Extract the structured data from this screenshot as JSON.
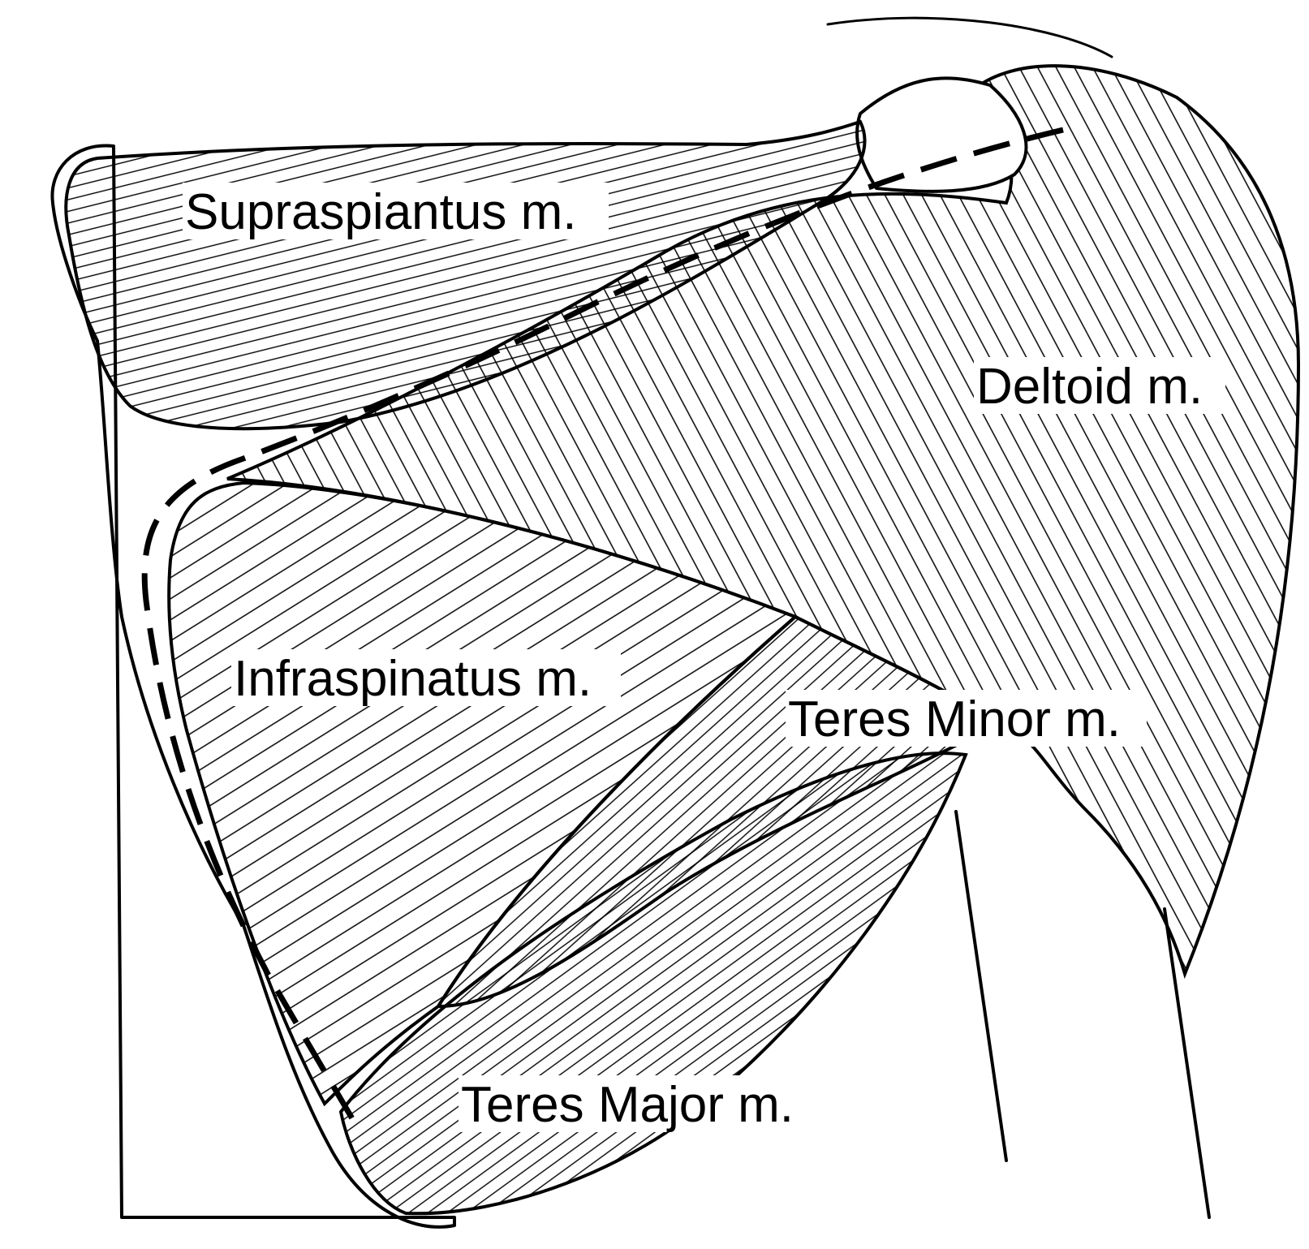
{
  "labels": {
    "supraspinatus": "Supraspiantus m.",
    "deltoid": "Deltoid m.",
    "infraspinatus": "Infraspinatus m.",
    "teres_minor": "Teres Minor m.",
    "teres_major": "Teres Major m."
  },
  "colors": {
    "ink": "#000000",
    "background": "#ffffff"
  }
}
